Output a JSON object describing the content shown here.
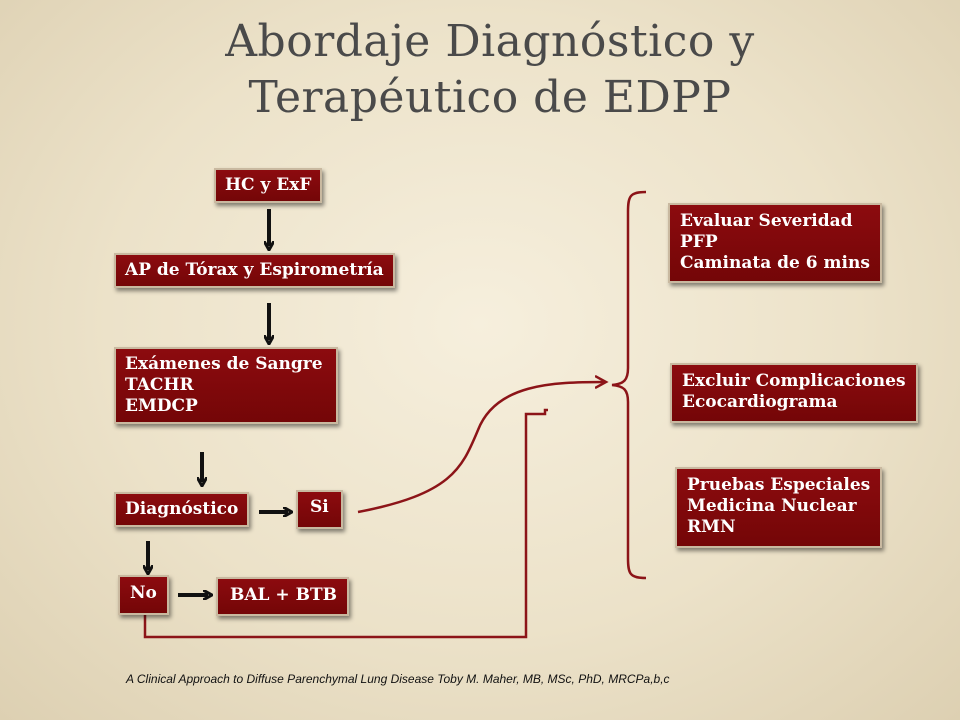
{
  "slide": {
    "title_line1": "Abordaje Diagnóstico y",
    "title_line2": "Terapéutico de EDPP",
    "citation": "A Clinical Approach to Diffuse Parenchymal Lung Disease Toby M. Maher, MB, MSc, PhD, MRCPa,b,c"
  },
  "colors": {
    "box_fill": "#8c0b0f",
    "connector": "#8c1418",
    "arrow": "#111111"
  },
  "flow": {
    "hc": "HC y ExF",
    "ap": "AP de Tórax y Espirometría",
    "exams": [
      "Exámenes de Sangre",
      "TACHR",
      "EMDCP"
    ],
    "diagnostico": "Diagnóstico",
    "si": "Si",
    "no": "No",
    "bal": "BAL + BTB"
  },
  "outcomes": {
    "severity": [
      "Evaluar Severidad",
      "PFP",
      "Caminata de 6 mins"
    ],
    "complications": [
      "Excluir Complicaciones",
      "Ecocardiograma"
    ],
    "special": [
      "Pruebas Especiales",
      "Medicina Nuclear",
      "RMN"
    ]
  }
}
